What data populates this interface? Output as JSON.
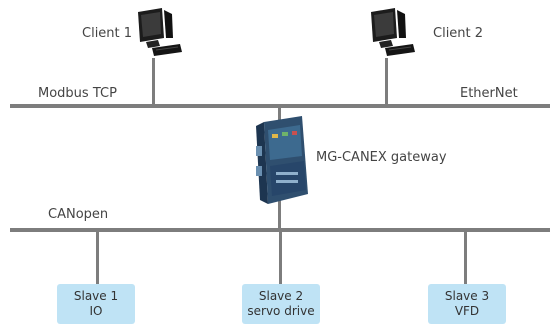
{
  "clients": [
    {
      "label": "Client 1"
    },
    {
      "label": "Client 2"
    }
  ],
  "upper_bus": {
    "left_label": "Modbus TCP",
    "right_label": "EtherNet"
  },
  "gateway": {
    "label": "MG-CANEX gateway"
  },
  "lower_bus": {
    "label": "CANopen"
  },
  "slaves": [
    {
      "line1": "Slave 1",
      "line2": "IO"
    },
    {
      "line1": "Slave 2",
      "line2": "servo drive"
    },
    {
      "line1": "Slave 3",
      "line2": "VFD"
    }
  ],
  "colors": {
    "bus": "#7d7d7d",
    "slave_fill": "#bfe3f5",
    "gateway_body": "#2f4f6f"
  }
}
